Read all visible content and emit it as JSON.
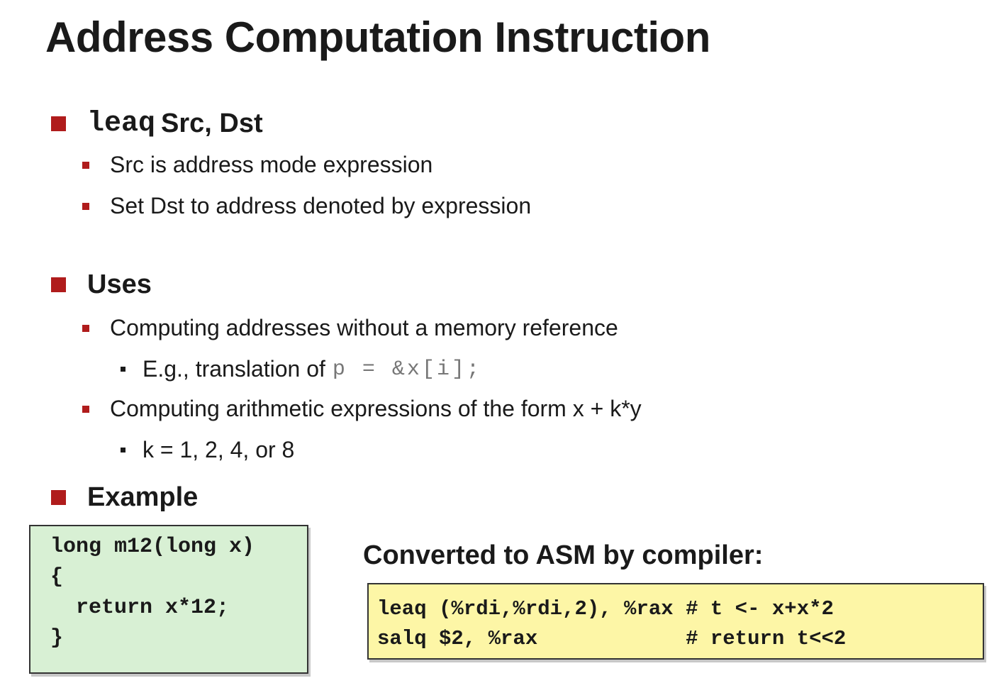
{
  "slide": {
    "title": "Address Computation Instruction",
    "sections": [
      {
        "heading_code": "leaq",
        "heading_text": "Src, Dst",
        "items": [
          {
            "text": "Src is address mode expression"
          },
          {
            "text": "Set Dst to address denoted by expression"
          }
        ]
      },
      {
        "heading_text": "Uses",
        "items": [
          {
            "text": "Computing addresses without a memory reference",
            "sub": {
              "text": "E.g., translation of",
              "code": "p = &x[i];"
            }
          },
          {
            "text": "Computing arithmetic expressions of the form x + k*y",
            "sub": {
              "text": "k = 1, 2, 4, or 8"
            }
          }
        ]
      },
      {
        "heading_text": "Example"
      }
    ],
    "c_code": "long m12(long x)\n{\n  return x*12;\n}",
    "asm_label": "Converted to ASM by compiler:",
    "asm_lines": [
      "leaq (%rdi,%rdi,2), %rax # t <- x+x*2",
      "salq $2, %rax            # return t<<2"
    ]
  },
  "colors": {
    "bullet": "#b01c1c",
    "c_box_bg": "#d8f0d4",
    "asm_box_bg": "#fdf6a6"
  }
}
